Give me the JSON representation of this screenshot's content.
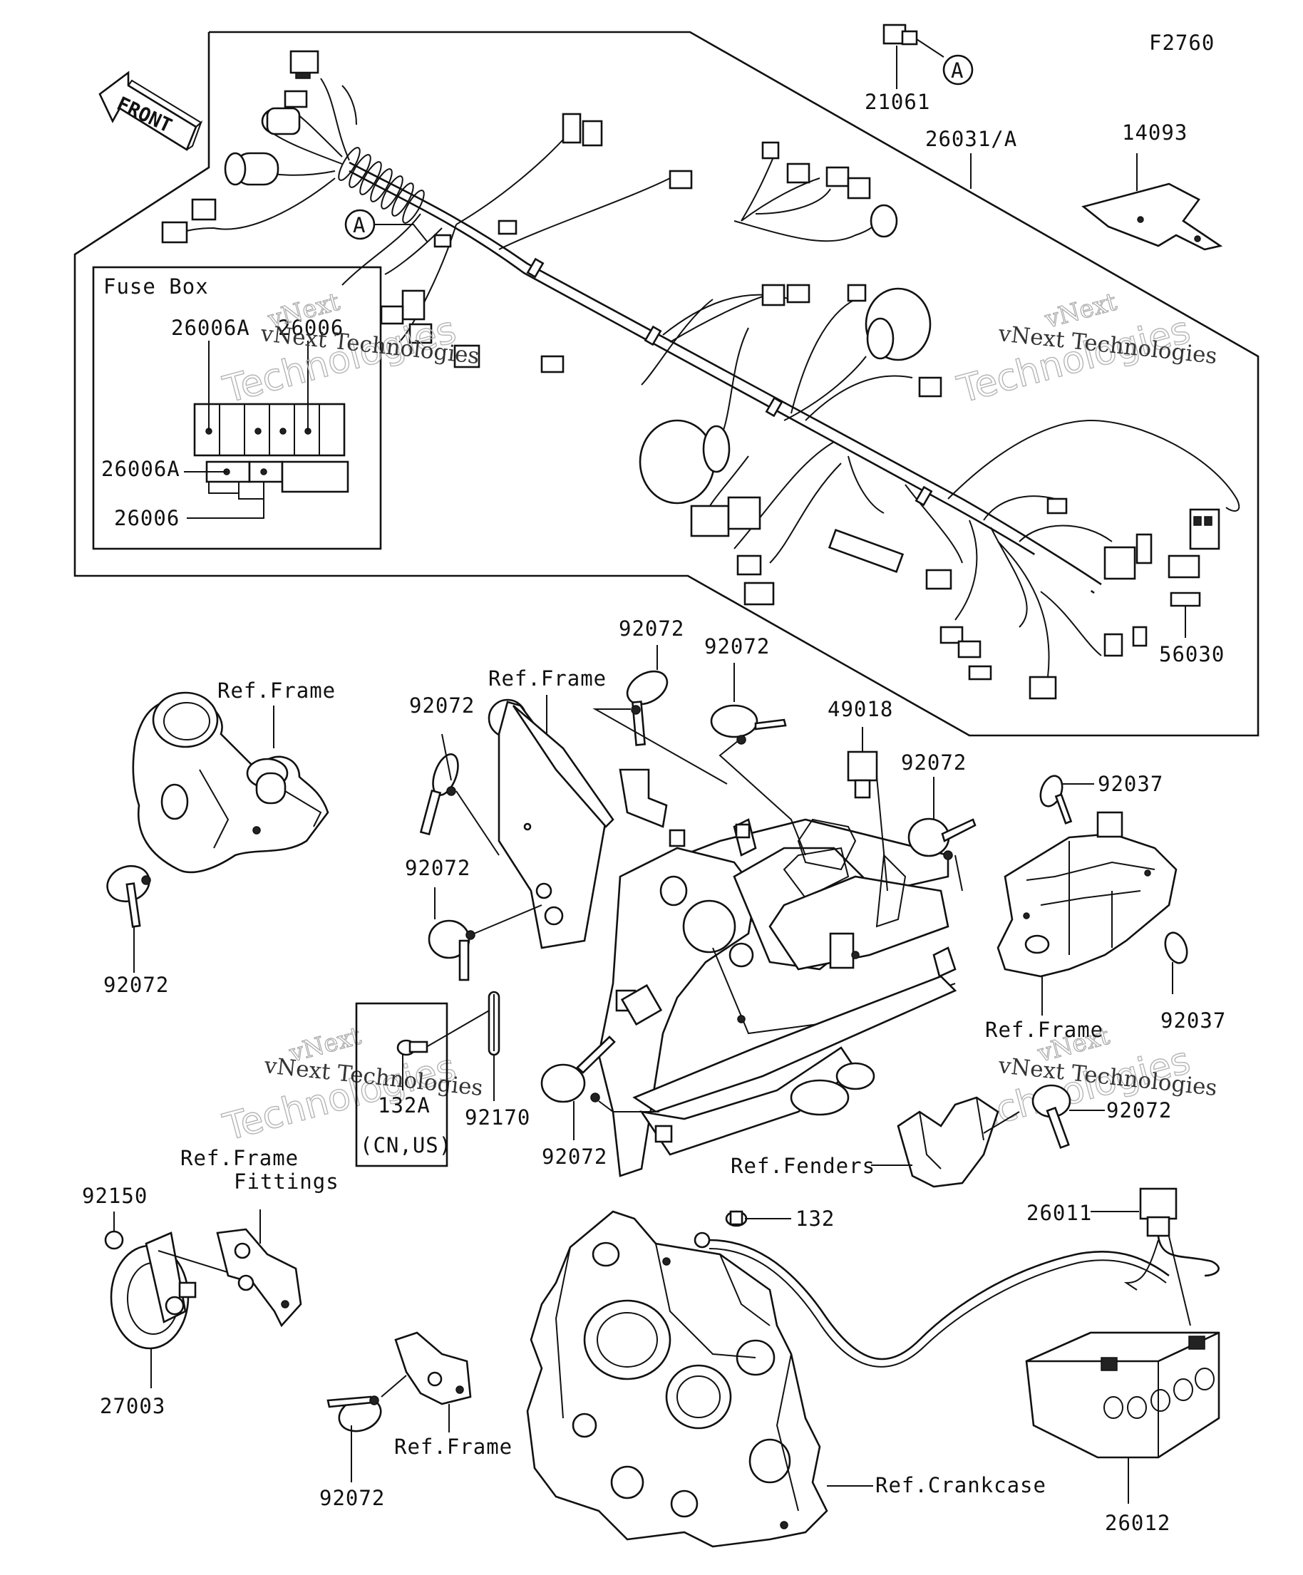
{
  "figure_code": "F2760",
  "front_label": "FRONT",
  "fuse_box": {
    "title": "Fuse Box",
    "labels": [
      "26006A",
      "26006",
      "26006A",
      "26006"
    ]
  },
  "callout_marker": "A",
  "watermark": {
    "line1": "vNext",
    "line2": "Technologies",
    "line3": "vNext Technologies"
  },
  "part_labels": [
    "21061",
    "26031/A",
    "14093",
    "56030",
    "92072",
    "92072",
    "92072",
    "92072",
    "92072",
    "92072",
    "92072",
    "92072",
    "92072",
    "49018",
    "92037",
    "92037",
    "132A",
    "(CN,US)",
    "92170",
    "92150",
    "27003",
    "132",
    "26011",
    "26012"
  ],
  "reference_labels": {
    "frame_1": "Ref.Frame",
    "frame_2": "Ref.Frame",
    "frame_3": "Ref.Frame",
    "frame_4": "Ref.Frame",
    "frame_fittings_1": "Ref.Frame",
    "frame_fittings_2": "Fittings",
    "fenders": "Ref.Fenders",
    "crankcase": "Ref.Crankcase"
  }
}
